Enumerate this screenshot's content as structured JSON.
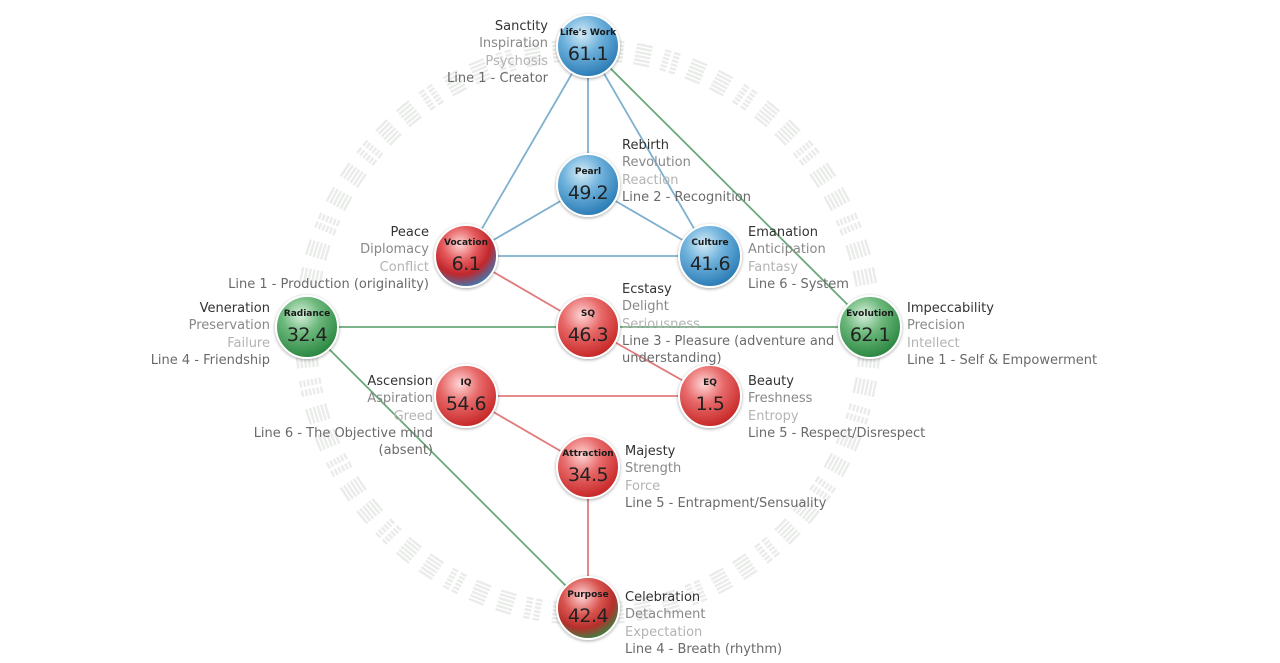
{
  "nodes": {
    "lifes_work": {
      "name": "Life's Work",
      "value": "61.1",
      "lines": [
        "Sanctity",
        "Inspiration",
        "Psychosis",
        "Line 1 - Creator"
      ]
    },
    "pearl": {
      "name": "Pearl",
      "value": "49.2",
      "lines": [
        "Rebirth",
        "Revolution",
        "Reaction",
        "Line 2 - Recognition"
      ]
    },
    "vocation": {
      "name": "Vocation",
      "value": "6.1",
      "lines": [
        "Peace",
        "Diplomacy",
        "Conflict",
        "Line 1 - Production (originality)"
      ]
    },
    "culture": {
      "name": "Culture",
      "value": "41.6",
      "lines": [
        "Emanation",
        "Anticipation",
        "Fantasy",
        "Line 6 - System"
      ]
    },
    "radiance": {
      "name": "Radiance",
      "value": "32.4",
      "lines": [
        "Veneration",
        "Preservation",
        "Failure",
        "Line 4 - Friendship"
      ]
    },
    "sq": {
      "name": "SQ",
      "value": "46.3",
      "lines": [
        "Ecstasy",
        "Delight",
        "Seriousness",
        "Line 3 - Pleasure (adventure and",
        "understanding)"
      ]
    },
    "evolution": {
      "name": "Evolution",
      "value": "62.1",
      "lines": [
        "Impeccability",
        "Precision",
        "Intellect",
        "Line 1 - Self & Empowerment"
      ]
    },
    "iq": {
      "name": "IQ",
      "value": "54.6",
      "lines": [
        "Ascension",
        "Aspiration",
        "Greed",
        "Line 6 - The Objective mind",
        "(absent)"
      ]
    },
    "eq": {
      "name": "EQ",
      "value": "1.5",
      "lines": [
        "Beauty",
        "Freshness",
        "Entropy",
        "Line 5 - Respect/Disrespect"
      ]
    },
    "attraction": {
      "name": "Attraction",
      "value": "34.5",
      "lines": [
        "Majesty",
        "Strength",
        "Force",
        "Line 5 - Entrapment/Sensuality"
      ]
    },
    "purpose": {
      "name": "Purpose",
      "value": "42.4",
      "lines": [
        "Celebration",
        "Detachment",
        "Expectation",
        "Line 4 - Breath (rhythm)"
      ]
    }
  },
  "colors": {
    "blue_line": "#7fb0cf",
    "red_line": "#e07b7b",
    "green_line": "#6aa87a",
    "ring": "#e9ece9"
  }
}
